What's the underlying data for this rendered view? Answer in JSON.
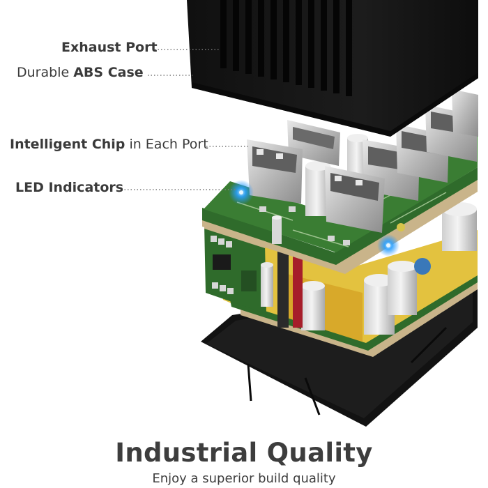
{
  "callouts": {
    "exhaust": {
      "text": "Exhaust Port"
    },
    "case": {
      "prefix": "Durable ",
      "bold": "ABS Case"
    },
    "chip": {
      "bold": "Intelligent Chip",
      "suffix": " in Each Port"
    },
    "led": {
      "text": "LED Indicators"
    }
  },
  "headline": "Industrial Quality",
  "subline": "Enjoy a superior build quality",
  "colors": {
    "case": "#141414",
    "board": "#2f6b2b",
    "board_edge": "#c9b48a",
    "led": "#1e90ff",
    "text": "#3d3d3d",
    "leader": "#7a7a7a"
  },
  "icons": [
    "usb-port-icon",
    "capacitor-icon",
    "led-glow-icon"
  ]
}
